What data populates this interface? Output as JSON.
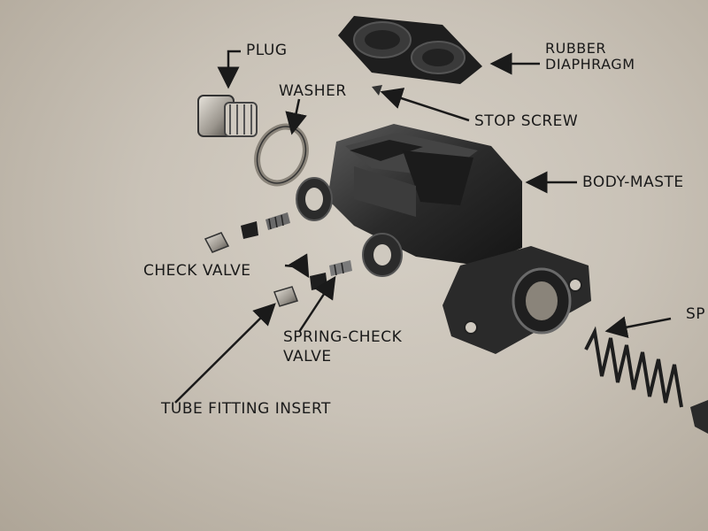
{
  "labels": {
    "plug": "PLUG",
    "washer": "WASHER",
    "rubber_diaphragm_line1": "RUBBER",
    "rubber_diaphragm_line2": "DIAPHRAGM",
    "stop_screw": "STOP SCREW",
    "body_master": "BODY-MASTE",
    "check_valve": "CHECK VALVE",
    "spring_check_valve_line1": "SPRING-CHECK",
    "spring_check_valve_line2": "VALVE",
    "tube_fitting_insert": "TUBE FITTING INSERT",
    "spring": "SP"
  }
}
